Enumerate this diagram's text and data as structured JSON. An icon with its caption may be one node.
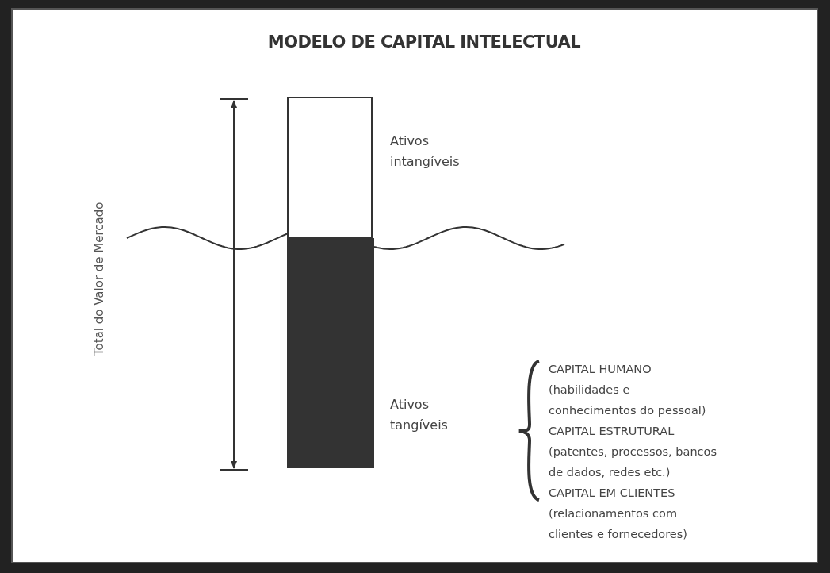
{
  "diagram": {
    "title": "MODELO DE CAPITAL INTELECTUAL",
    "nodes": [
      {
        "text": [],
        "shape": "box",
        "beside": [
          "Ativos intangíveis"
        ]
      },
      {
        "text": [],
        "shape": "box",
        "beside": [
          "Ativos tangíveis"
        ]
      }
    ],
    "labels": [
      "Total do Valor de Mercado",
      "CAPITAL HUMANO",
      "(habilidades e conhecimentos do pessoal)",
      "CAPITAL ESTRUTURAL",
      "(patentes, processos, bancos de dados, redes etc.)",
      "CAPITAL EM CLIENTES",
      "(relacionamentos com clientes e fornecedores)"
    ]
  }
}
